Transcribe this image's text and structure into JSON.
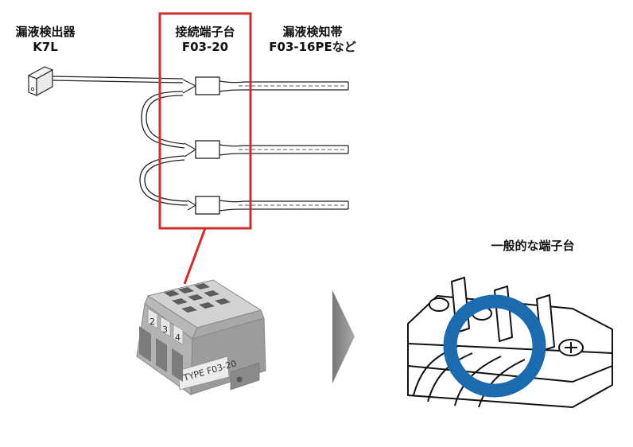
{
  "labels": {
    "detector_name": "漏液検出器",
    "detector_model": "K7L",
    "terminal_name": "接続端子台",
    "terminal_model": "F03-20",
    "band_name": "漏液検知帯",
    "band_model": "F03-16PEなど",
    "general_terminal": "一般的な端子台"
  },
  "product": {
    "terminal_numbers": [
      "2",
      "3",
      "4"
    ],
    "type_label": "TYPE  F03-20"
  },
  "colors": {
    "highlight_box": "#d42a2a",
    "ring": "#1b6bb0",
    "arrow": "#888888",
    "line": "#222222"
  }
}
